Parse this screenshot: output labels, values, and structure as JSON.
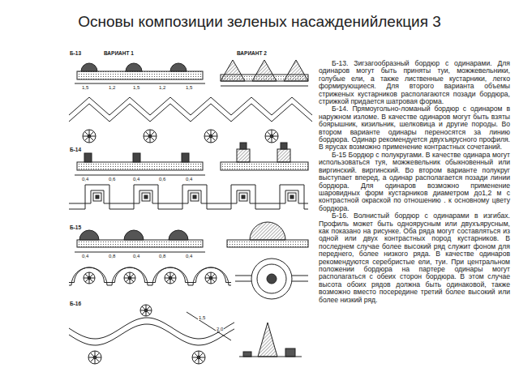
{
  "diagram": {
    "title": "Основы композиции зеленых насажденийлекция 3",
    "labels": [
      "Б-13",
      "ВАРИАНТ 1",
      "ВАРИАНТ 2",
      "1,5",
      "1,2",
      "1,5",
      "1,2",
      "1,5",
      "Б-14",
      "0,4",
      "0,6",
      "0,4",
      "0,6",
      "0,4",
      "Б-15",
      "0,4",
      "0,8",
      "0,4",
      "0,8",
      "0,4",
      "Б-16",
      "1,5",
      "2,0",
      "Б-13. Зигзагообразный бордюр с одинарами. Для одинаров могут быть приняты туи, можжевельники, голубые ели, а также лиственные кустарники, легко формирующиеся. Для второго варианта объемы стриженых кустарников располагаются позади бордюра, стрижкой придается шатровая форма.",
      "Б-14. Прямоугольно-ломаный бордюр с одинаром в наружном изломе. В качестве одинаров могут быть взяты боярышник, кизильник, шелковица и другие породы. Во втором варианте одинары переносятся за линию бордюра. Одинар рекомендуется двухъярусного профиля. В ярусах возможно применение контрастных сочетаний.",
      "Б-15 Бордюр с полукругами. В качестве одинара могут использоваться туя, можжевельник обыкновенный или виргинский. виргинский. Во втором варианте полукруг выступает вперед, а одинар располагается позади линии бордюра. Для одинаров возможно применение шаровидных форм кустарников диаметром до1,2 м с контрастной окраской по отношению . к основному цвету бордюра.",
      "Б-16. Волнистый бордюр с одинарами в изгибах. Профиль может быть одноярусным или двухъярусным, как показано на рисунке. Оба ряда могут составляться из одной или двух контрастных пород кустарников. В последнем случае более высокий ряд служит фоном для переднего, более низкого ряда. В качестве одинаров рекомендуются серебристые ели, туи. При центральном положении бордюра на партере одинары могут располагаться с обеих сторон бордюра. В этом случае высота обоих рядов должна быть одинаковой, также возможно вместо посередине третий более высокий или более низкий ряд."
    ]
  }
}
